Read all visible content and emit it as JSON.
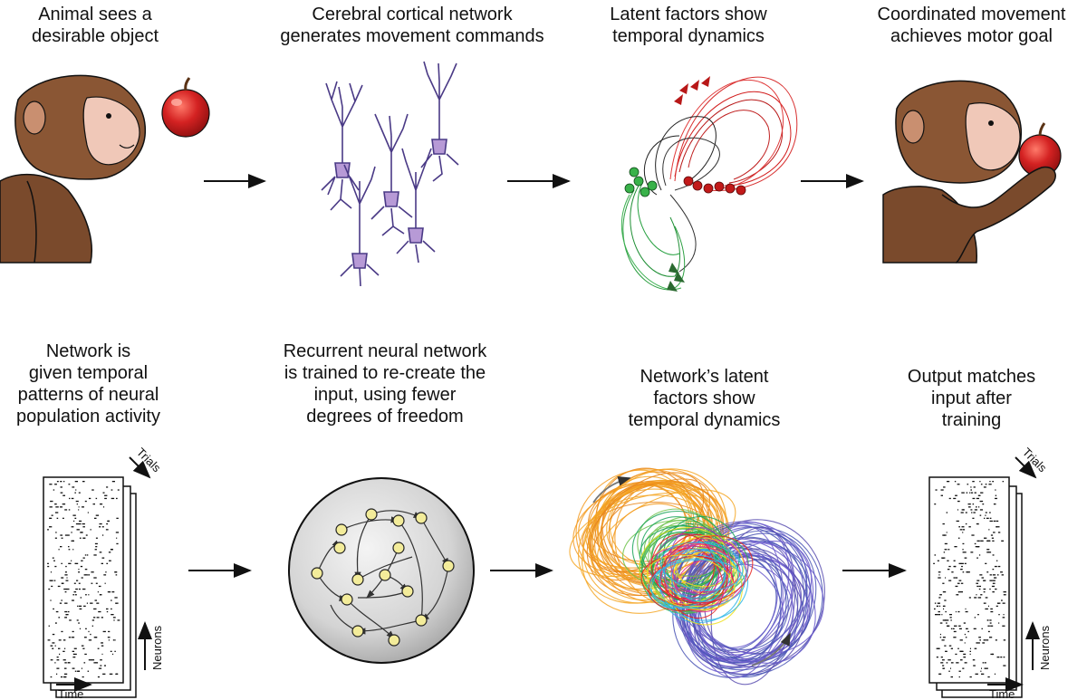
{
  "top_row": {
    "step1": [
      "Animal sees a",
      "desirable object"
    ],
    "step2": [
      "Cerebral cortical network",
      "generates movement commands"
    ],
    "step3": [
      "Latent factors show",
      "temporal dynamics"
    ],
    "step4": [
      "Coordinated movement",
      "achieves motor goal"
    ]
  },
  "bottom_row": {
    "step1": [
      "Network is",
      "given temporal",
      "patterns of neural",
      "population activity"
    ],
    "step2": [
      "Recurrent neural network",
      "is trained to re-create the",
      "input, using fewer",
      "degrees of freedom"
    ],
    "step3": [
      "Network’s latent",
      "factors show",
      "temporal dynamics"
    ],
    "step4": [
      "Output matches",
      "input after",
      "training"
    ]
  },
  "raster_labels": {
    "left": {
      "trials": "Trials",
      "neurons": "Neurons",
      "time": "Time"
    },
    "right": {
      "trials": "Trials",
      "neurons": "Neurons",
      "time": "Time"
    }
  },
  "colors": {
    "neuron": "#4a3a86",
    "neuron_soma": "#b79ad6",
    "fur": "#7a4a2c",
    "face": "#f0c8b8",
    "apple": "#d42222",
    "latent_red": "#d21e1e",
    "latent_green": "#2ea043",
    "latent_dark": "#222222",
    "rnn_node": "#f3ec9a"
  }
}
